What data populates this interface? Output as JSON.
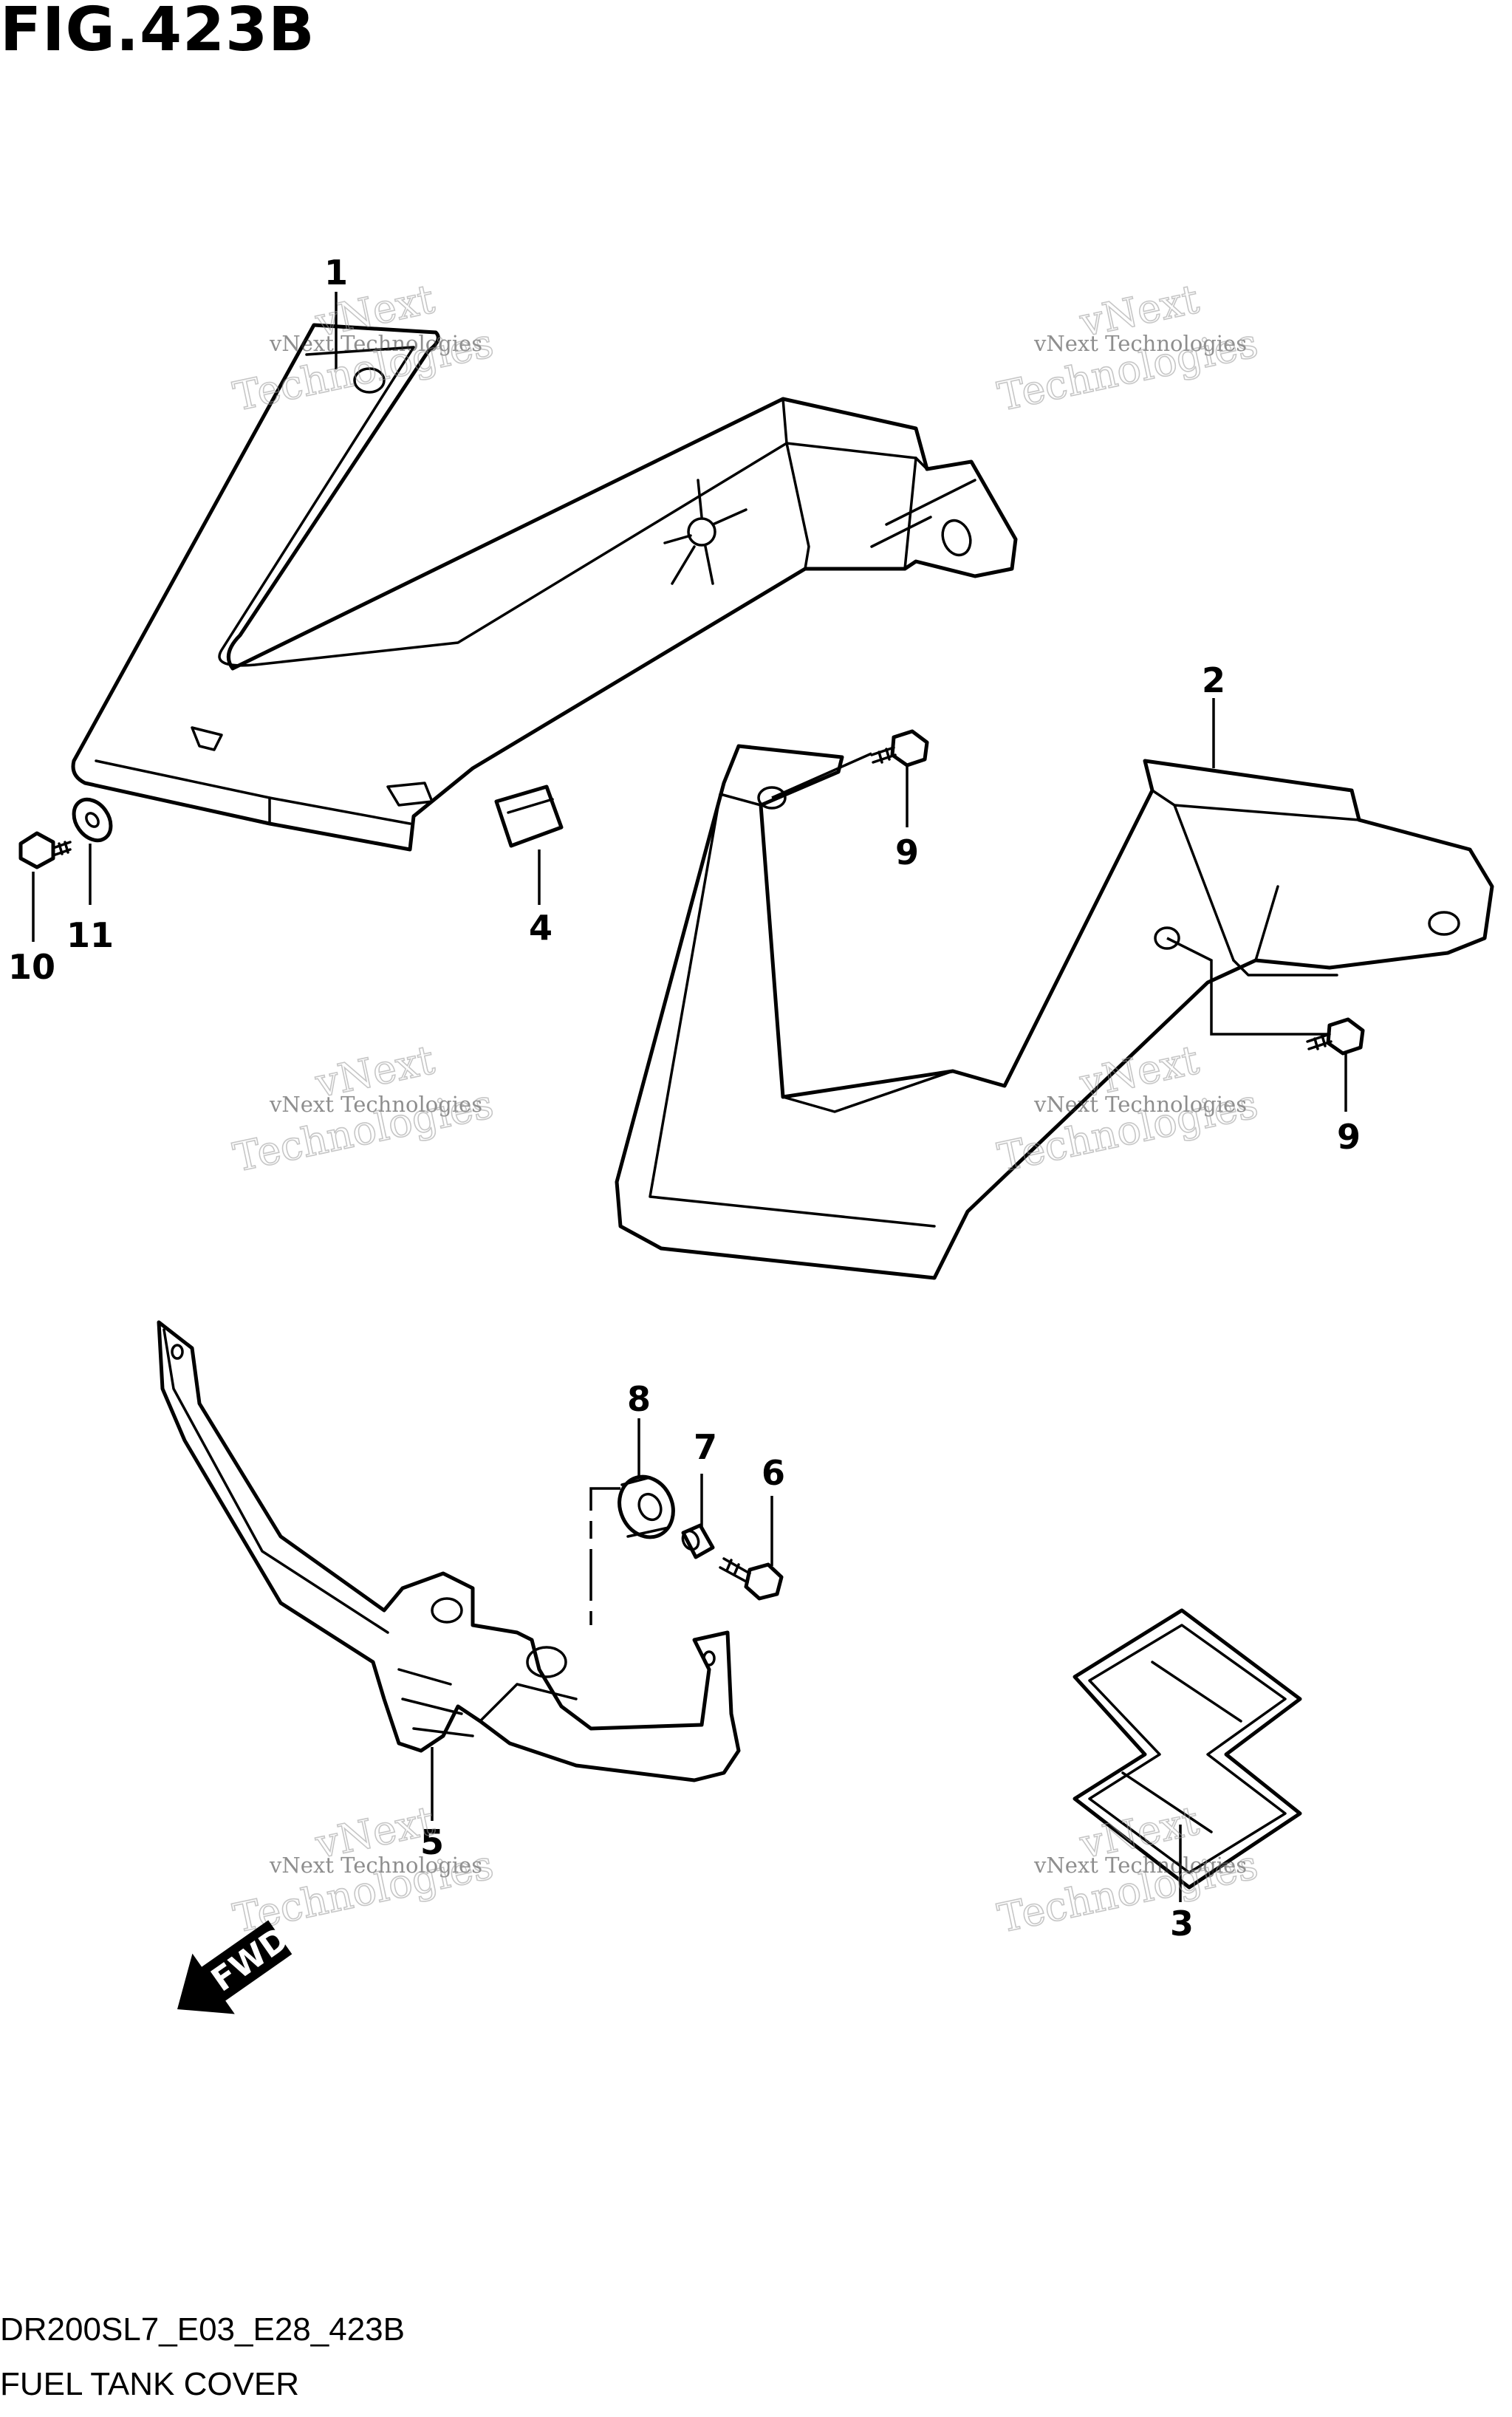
{
  "title": "FIG.423B",
  "footer": {
    "model_code": "DR200SL7_E03_E28_423B",
    "caption": "FUEL TANK COVER"
  },
  "callouts": [
    {
      "id": "c1",
      "label": "1"
    },
    {
      "id": "c2",
      "label": "2"
    },
    {
      "id": "c3",
      "label": "3"
    },
    {
      "id": "c4",
      "label": "4"
    },
    {
      "id": "c5",
      "label": "5"
    },
    {
      "id": "c6",
      "label": "6"
    },
    {
      "id": "c7",
      "label": "7"
    },
    {
      "id": "c8",
      "label": "8"
    },
    {
      "id": "c9a",
      "label": "9"
    },
    {
      "id": "c9b",
      "label": "9"
    },
    {
      "id": "c10",
      "label": "10"
    },
    {
      "id": "c11",
      "label": "11"
    }
  ],
  "watermark": {
    "line1": "vNext Technologies",
    "line2a": "vNext",
    "line2b": "Technologies"
  },
  "direction_arrow": "FWD"
}
